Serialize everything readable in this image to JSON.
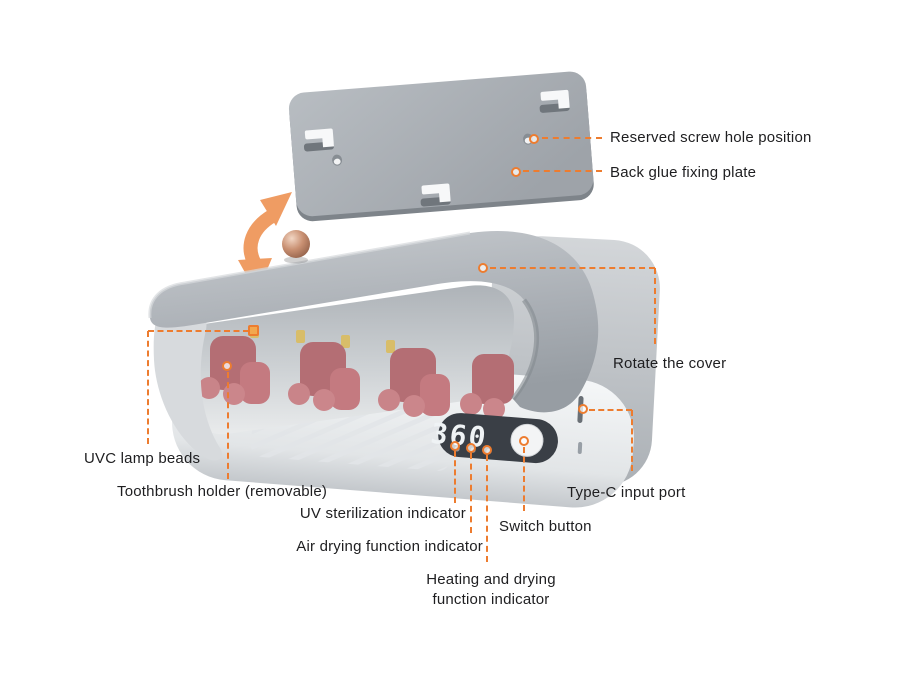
{
  "device": {
    "display_value": "360",
    "parts": [
      "back-glue-fixing-plate",
      "rotating-cover",
      "copper-knob",
      "uvc-lamp-beads",
      "toothbrush-heads",
      "digital-display",
      "switch-button",
      "type-c-port"
    ]
  },
  "colors": {
    "accent": "#ed7c2f",
    "arrow": "#ef9c63",
    "text": "#1e1e20",
    "display_bg": "#3a3f46",
    "display_digits": "#eff3f5",
    "device_gray": "#a9aeb4",
    "body_white": "#f4f6f7",
    "brush_pink": "#c47a80",
    "lamp_bead_yellow": "#d8bd69",
    "copper": "#c08b70"
  },
  "annotations": [
    {
      "id": "reserved_screw_hole",
      "label": "Reserved screw hole position"
    },
    {
      "id": "back_glue_plate",
      "label": "Back glue fixing plate"
    },
    {
      "id": "rotate_cover",
      "label": "Rotate the cover"
    },
    {
      "id": "uvc_lamp_beads",
      "label": "UVC lamp beads"
    },
    {
      "id": "toothbrush_holder",
      "label": "Toothbrush holder (removable)"
    },
    {
      "id": "uv_sterilization",
      "label": "UV sterilization indicator"
    },
    {
      "id": "air_drying",
      "label": "Air drying function indicator"
    },
    {
      "id": "heating_drying",
      "label": "Heating and drying function indicator"
    },
    {
      "id": "switch_button",
      "label": "Switch button"
    },
    {
      "id": "type_c",
      "label": "Type-C input port"
    }
  ]
}
